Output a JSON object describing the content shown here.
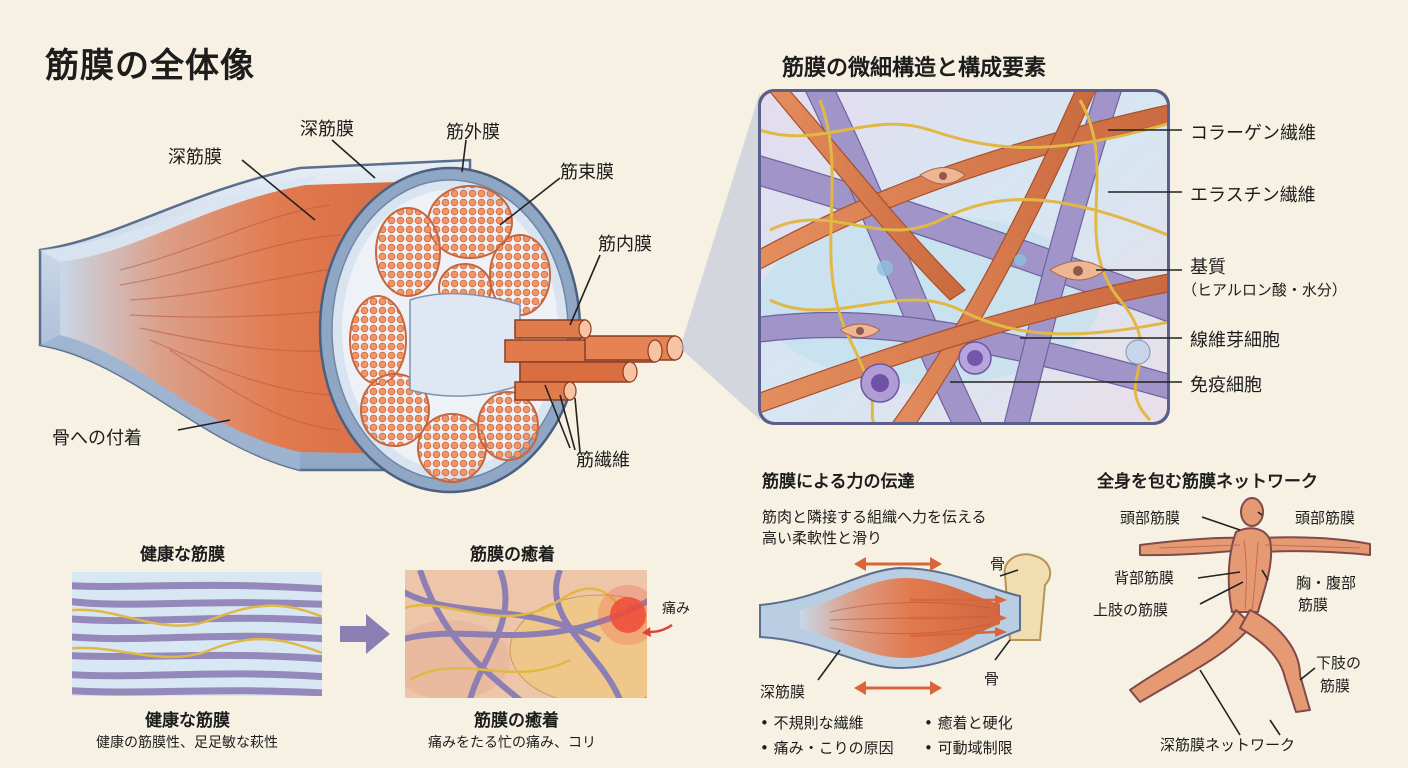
{
  "main_title": "筋膜の全体像",
  "muscle_labels": {
    "deep_fascia_left": "深筋膜",
    "deep_fascia_top": "深筋膜",
    "epimysium": "筋外膜",
    "perimysium": "筋束膜",
    "endomysium": "筋内膜",
    "bone_attachment": "骨への付着",
    "muscle_fiber": "筋繊維"
  },
  "micro": {
    "title": "筋膜の微細構造と構成要素",
    "collagen": "コラーゲン繊維",
    "elastin": "エラスチン繊維",
    "matrix": "基質",
    "matrix_sub": "（ヒアルロン酸・水分）",
    "fibroblast": "線維芽細胞",
    "immune": "免疫細胞"
  },
  "healthy": {
    "title": "健康な筋膜",
    "caption": "健康な筋膜",
    "sub": "健康の筋膜性、足足敏な萩性"
  },
  "adhesion": {
    "title": "筋膜の癒着",
    "pain": "痛み",
    "caption": "筋膜の癒着",
    "sub": "痛みをたる忙の痛み、コリ"
  },
  "transmission": {
    "title": "筋膜による力の伝達",
    "desc1": "筋肉と隣接する組織へ力を伝える",
    "desc2": "高い柔軟性と滑り",
    "bone_top": "骨",
    "bone_bottom": "骨",
    "deep_fascia": "深筋膜",
    "bullets": [
      "• 不規則な繊維",
      "• 癒着と硬化",
      "• 痛み・こりの原因",
      "• 可動域制限"
    ]
  },
  "network": {
    "title": "全身を包む筋膜ネットワーク",
    "head_left": "頭部筋膜",
    "head_right": "頭部筋膜",
    "back": "背部筋膜",
    "chest1": "胸・腹部",
    "chest2": "筋膜",
    "upper_limb": "上肢の筋膜",
    "lower1": "下肢の",
    "lower2": "筋膜",
    "deep_network": "深筋膜ネットワーク"
  },
  "colors": {
    "background": "#f6f1e3",
    "muscle": "#e07a50",
    "fascia": "#b9cde3",
    "collagen_purple": "#8d7fb4",
    "elastin_yellow": "#e0b84a",
    "arrow": "#d9663a"
  }
}
